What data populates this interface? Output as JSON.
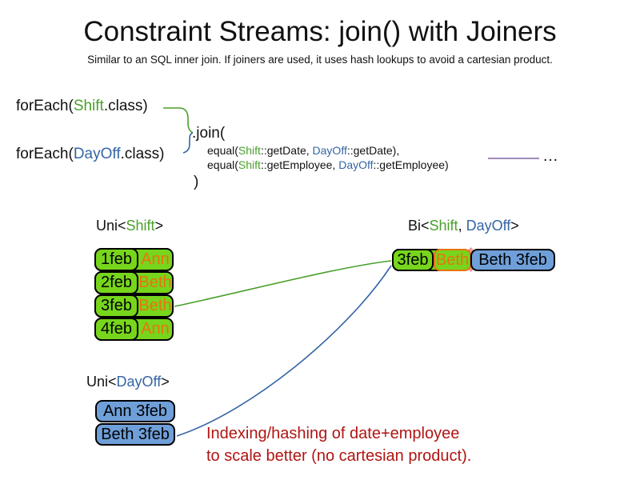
{
  "title": "Constraint Streams: join() with Joiners",
  "subtitle": "Similar to an SQL inner join. If joiners are used, it uses hash lookups to avoid a cartesian product.",
  "code": {
    "foreach_shift": {
      "pre": "forEach(",
      "cls": "Shift",
      "post": ".class)"
    },
    "foreach_dayoff": {
      "pre": "forEach(",
      "cls": "DayOff",
      "post": ".class)"
    },
    "join_open": ".join(",
    "joiner_date": {
      "pre": "equal(",
      "left_cls": "Shift",
      "mid": "::getDate, ",
      "right_cls": "DayOff",
      "post": "::getDate),"
    },
    "joiner_employee": {
      "pre": "equal(",
      "left_cls": "Shift",
      "mid": "::getEmployee, ",
      "right_cls": "DayOff",
      "post": "::getEmployee)"
    },
    "join_close": ")",
    "more_joiners_ellipsis": "…"
  },
  "uni_shift": {
    "label_pre": "Uni<",
    "label_cls": "Shift",
    "label_post": ">",
    "rows": [
      {
        "date": "1feb",
        "employee": "Ann"
      },
      {
        "date": "2feb",
        "employee": "Beth"
      },
      {
        "date": "3feb",
        "employee": "Beth"
      },
      {
        "date": "4feb",
        "employee": "Ann"
      }
    ]
  },
  "uni_dayoff": {
    "label_pre": "Uni<",
    "label_cls": "DayOff",
    "label_post": ">",
    "rows": [
      {
        "text": "Ann 3feb"
      },
      {
        "text": "Beth 3feb"
      }
    ]
  },
  "bi": {
    "label_pre": "Bi<",
    "label_shift": "Shift",
    "label_sep": ", ",
    "label_dayoff": "DayOff",
    "label_post": ">",
    "pair": {
      "date": "3feb",
      "employee": "Beth",
      "dayoff": "Beth 3feb"
    }
  },
  "note": {
    "line1": "Indexing/hashing of date+employee",
    "line2": "to scale better (no cartesian product)."
  },
  "colors": {
    "shift_text_green": "#4aa02c",
    "dayoff_text_blue": "#3465a4",
    "box_green": "#77d51c",
    "box_blue": "#6f9fd8",
    "employee_orange": "#e8740f",
    "note_red": "#b01512",
    "joiner_purple": "#8064a2",
    "glue_pink": "#ea9999"
  }
}
